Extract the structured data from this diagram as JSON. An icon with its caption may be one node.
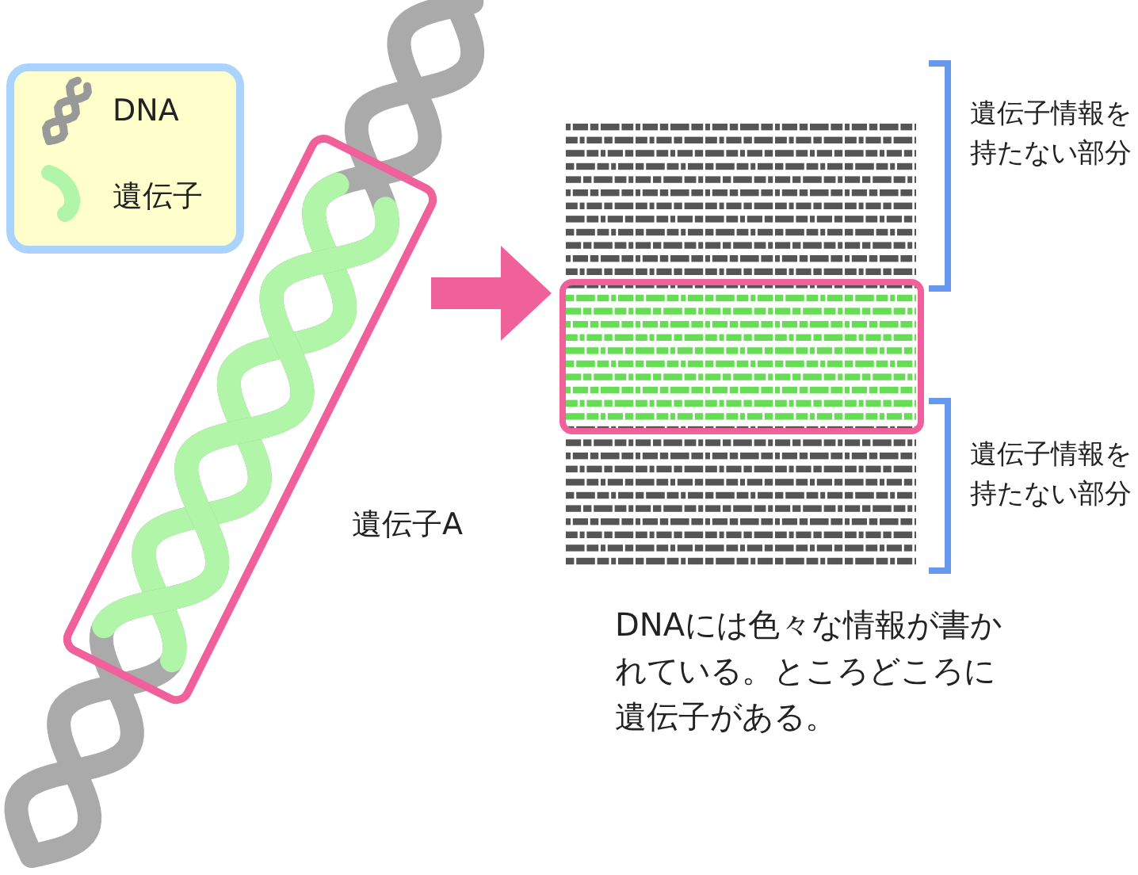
{
  "diagram": {
    "nodes": [
      {
        "text": [
          "遺伝子A"
        ]
      },
      {
        "text": [],
        "shape": "box"
      }
    ],
    "edges": [
      {
        "from": 0,
        "to": 1,
        "arrow": "to"
      }
    ],
    "labels": [
      "遺伝子情報を持たない部分",
      "遺伝子情報を持たない部分",
      "DNAには色々な情報が書かれている。ところどころに遺伝子がある。"
    ],
    "legend": [
      {
        "text": "DNA"
      },
      {
        "text": "遺伝子"
      }
    ]
  }
}
